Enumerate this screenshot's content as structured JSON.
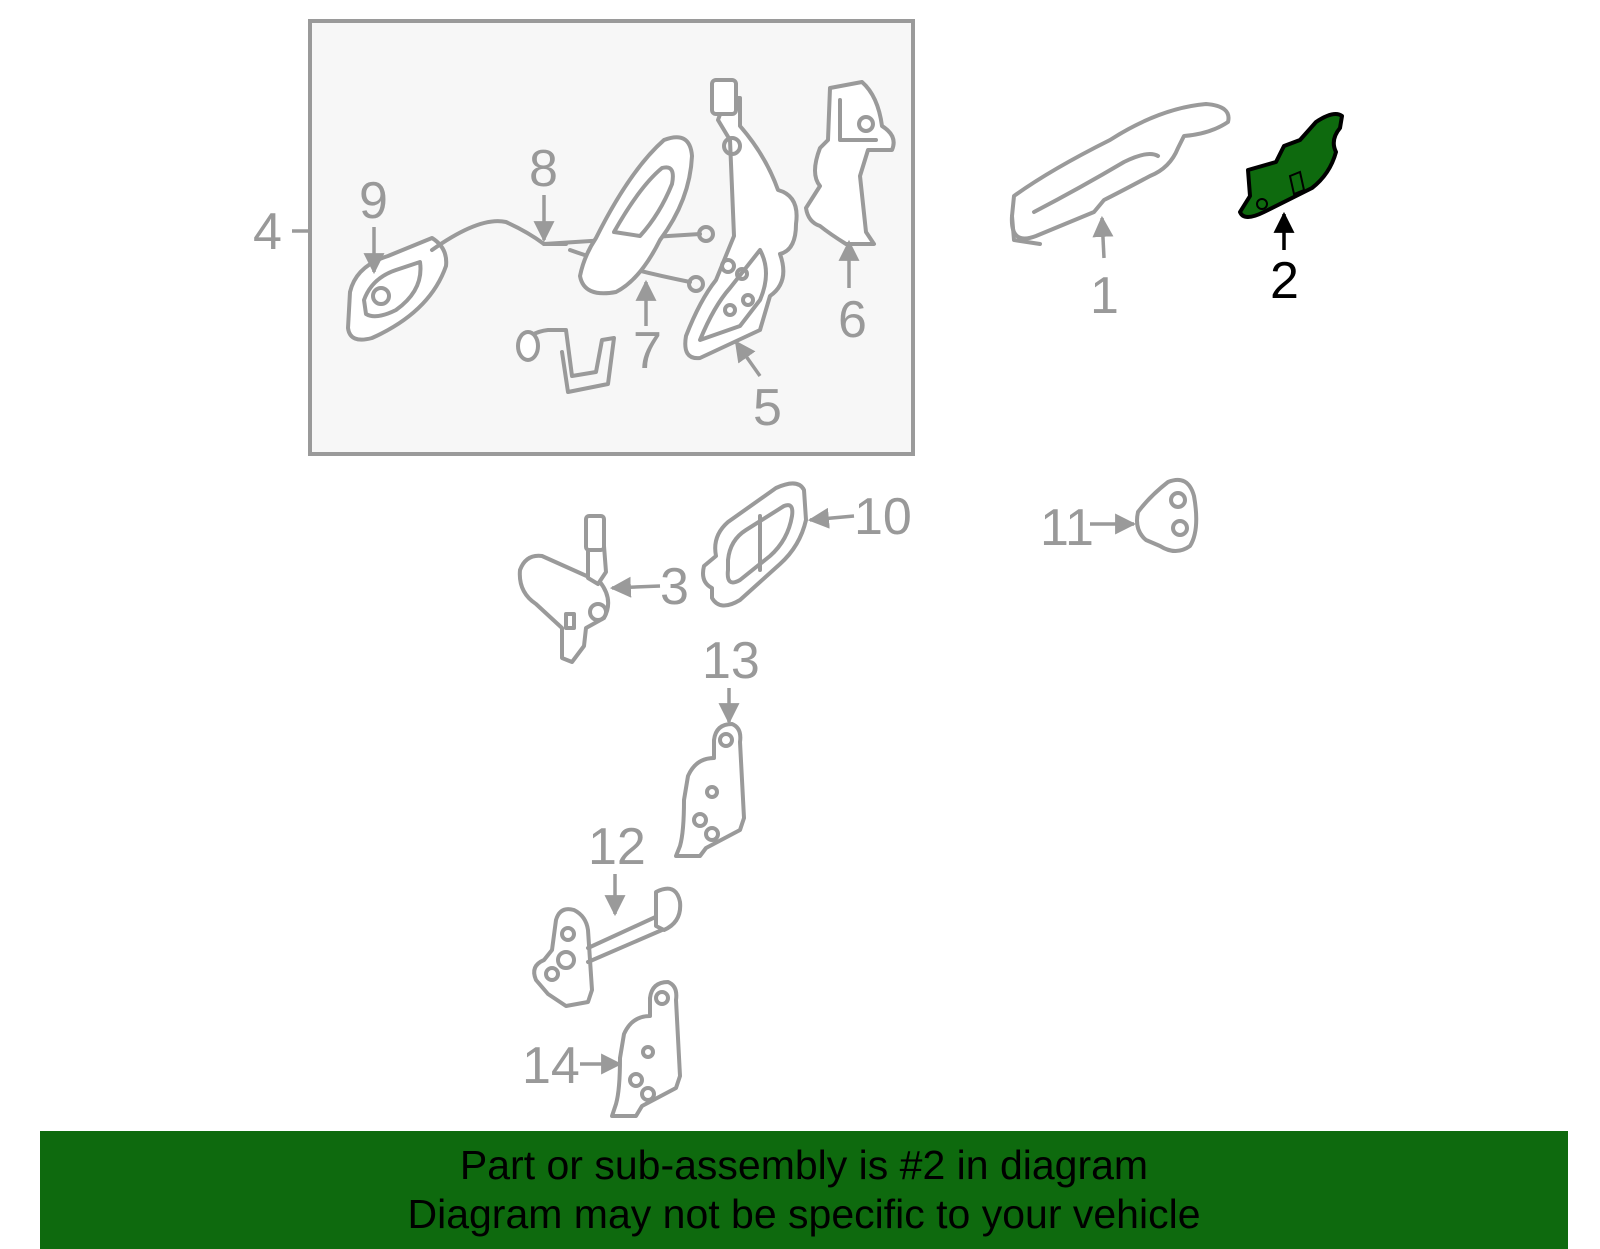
{
  "diagram": {
    "subassembly_box_label": "4",
    "callouts": {
      "c1": "1",
      "c2": "2",
      "c3": "3",
      "c4": "4",
      "c5": "5",
      "c6": "6",
      "c7": "7",
      "c8": "8",
      "c9": "9",
      "c10": "10",
      "c11": "11",
      "c12": "12",
      "c13": "13",
      "c14": "14"
    },
    "highlighted_part": "2",
    "colors": {
      "highlight_fill": "#0e6a0e",
      "part_stroke": "#9a9a9a",
      "callout_text": "#999999",
      "highlight_text": "#000000",
      "box_background": "#f7f7f7"
    }
  },
  "banner": {
    "line1": "Part or sub-assembly is #2 in diagram",
    "line2": "Diagram may not be specific to your vehicle",
    "background": "#0e6a0e"
  }
}
